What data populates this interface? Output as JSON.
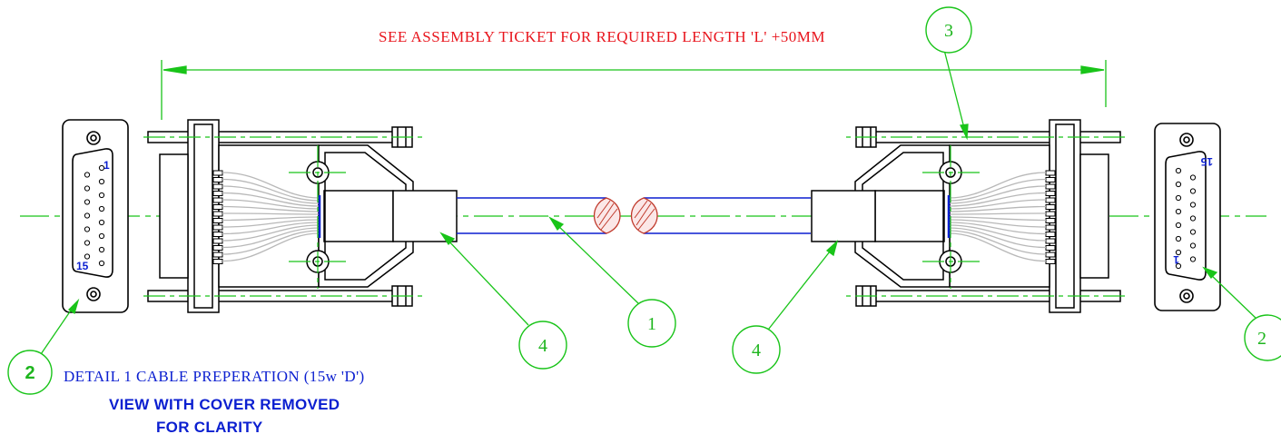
{
  "note": {
    "length_text": "SEE ASSEMBLY TICKET FOR REQUIRED LENGTH 'L' +50MM"
  },
  "detail": {
    "title": "DETAIL 1 CABLE PREPERATION (15w 'D')",
    "view_line1": "VIEW WITH COVER REMOVED",
    "view_line2": "FOR CLARITY"
  },
  "balloons": {
    "cable": "1",
    "connector_left": "2",
    "connector_right": "2",
    "jackscrew": "3",
    "sleeve_left": "4",
    "sleeve_right": "4"
  },
  "pins": {
    "left_top": "1",
    "left_bottom": "15",
    "right_top": "15",
    "right_bottom": "1"
  },
  "colors": {
    "outline": "#000000",
    "centerline": "#19c419",
    "dimension": "#19c419",
    "note_red": "#e8141c",
    "detail_blue": "#0b1fd0",
    "wires": "#b8b8b8",
    "cut_hatch": "#c0392b"
  }
}
